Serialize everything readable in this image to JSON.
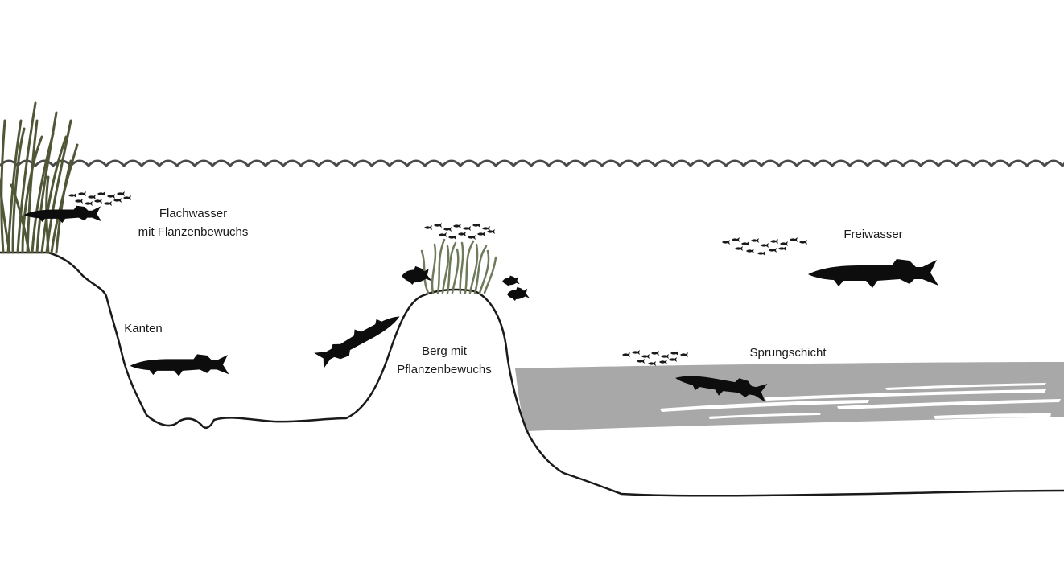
{
  "zones": {
    "shallow_water": {
      "line1": "Flachwasser",
      "line2": "mit Flanzenbewuchs"
    },
    "edges": {
      "label": "Kanten"
    },
    "hill": {
      "line1": "Berg mit",
      "line2": "Pflanzenbewuchs"
    },
    "open_water": {
      "label": "Freiwasser"
    },
    "thermocline": {
      "label": "Sprungschicht"
    }
  },
  "colors": {
    "background": "#ffffff",
    "outline": "#1a1a1a",
    "water_surface": "#4a4a4a",
    "thermocline": "#a8a8a8",
    "reed": "#4f5737",
    "weed": "#6e7a5a",
    "fish": "#0d0d0d"
  },
  "icons": [
    "pike-icon",
    "perch-icon",
    "baitfish-school-icon",
    "reed-icon",
    "water-weed-icon"
  ]
}
